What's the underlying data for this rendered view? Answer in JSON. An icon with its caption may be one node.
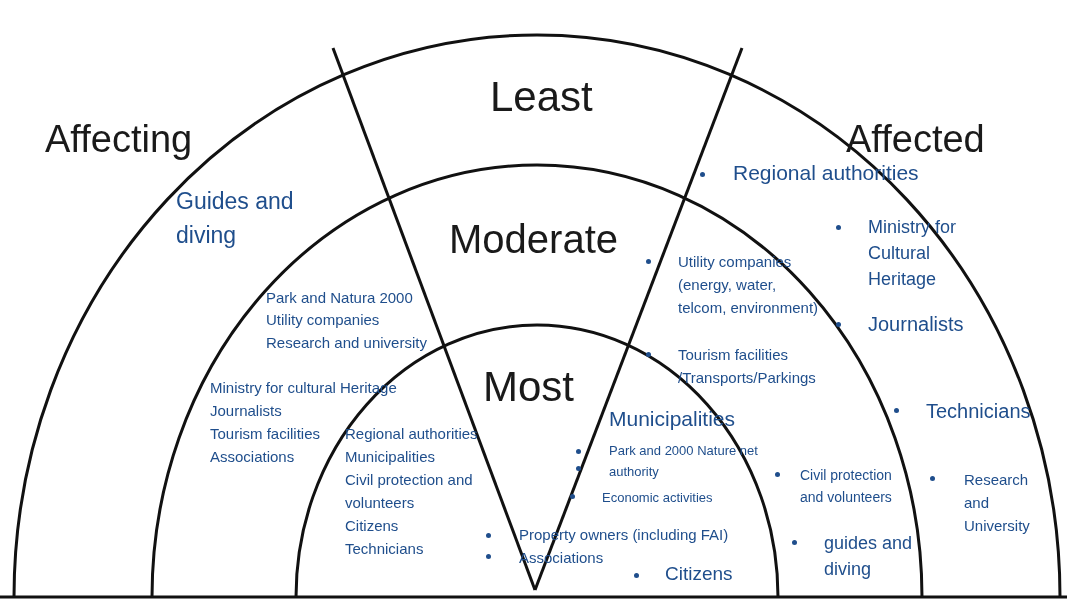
{
  "diagram": {
    "nodes": [
      {
        "text": [
          "Least"
        ]
      },
      {
        "text": [
          "Moderate"
        ],
        "in": 0
      },
      {
        "text": [
          "Most"
        ],
        "in": 1
      }
    ],
    "labels": [
      "Affecting",
      "Affected",
      "Regional authorities",
      "Guides and diving",
      "Ministry for Cultural Heritage",
      "Utility companies (energy, water, telcom, environment)",
      "Park and Natura 2000",
      "Utility companies",
      "Research and university",
      "Journalists",
      "Tourism facilities /Transports/Parkings",
      "Ministry for cultural Heritage",
      "Journalists",
      "Tourism facilities",
      "Associations",
      "Technicians",
      "Municipalities",
      "Regional authorities",
      "Municipalities",
      "Civil protection and volunteers",
      "Park and 2000 Nature net authority",
      "Civil protection and volunteers",
      "Research and University",
      "Citizens",
      "Economic activities",
      "Technicians",
      "Property owners (including FAI)",
      "guides and diving",
      "Associations",
      "Citizens"
    ]
  }
}
